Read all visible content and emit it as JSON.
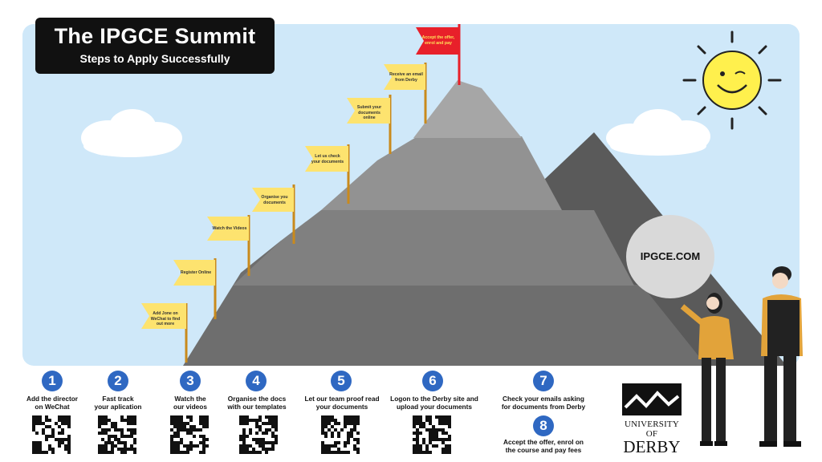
{
  "header": {
    "title": "The IPGCE Summit",
    "subtitle": "Steps to Apply Successfully"
  },
  "flags": [
    {
      "text": "Add Jone on WeChat to find out more"
    },
    {
      "text": "Register Online"
    },
    {
      "text": "Watch the Videos"
    },
    {
      "text": "Organise you documents"
    },
    {
      "text": "Let us check your documents"
    },
    {
      "text": "Submit your documents online"
    },
    {
      "text": "Receive an email from Derby"
    },
    {
      "text": "Accept the offer, enrol and pay"
    }
  ],
  "boulder": {
    "label": "IPGCE.COM"
  },
  "steps": [
    {
      "num": "1",
      "label": "Add the director\non WeChat"
    },
    {
      "num": "2",
      "label": "Fast track\nyour aplication"
    },
    {
      "num": "3",
      "label": "Watch the\nour videos"
    },
    {
      "num": "4",
      "label": "Organise the docs\nwith our templates"
    },
    {
      "num": "5",
      "label": "Let our team proof read\nyour documents"
    },
    {
      "num": "6",
      "label": "Logon to the Derby site and\nupload your documents"
    },
    {
      "num": "7",
      "label": "Check your emails asking\nfor documents from Derby"
    },
    {
      "num": "8",
      "label": "Accept the offer, enrol on\nthe course and pay fees"
    }
  ],
  "logo": {
    "line1": "UNIVERSITY OF",
    "line2": "DERBY"
  },
  "colors": {
    "step_circle": "#2f68c2",
    "flag": "#fde36f",
    "top_flag": "#e8202a",
    "sky": "#cfe8f9"
  }
}
